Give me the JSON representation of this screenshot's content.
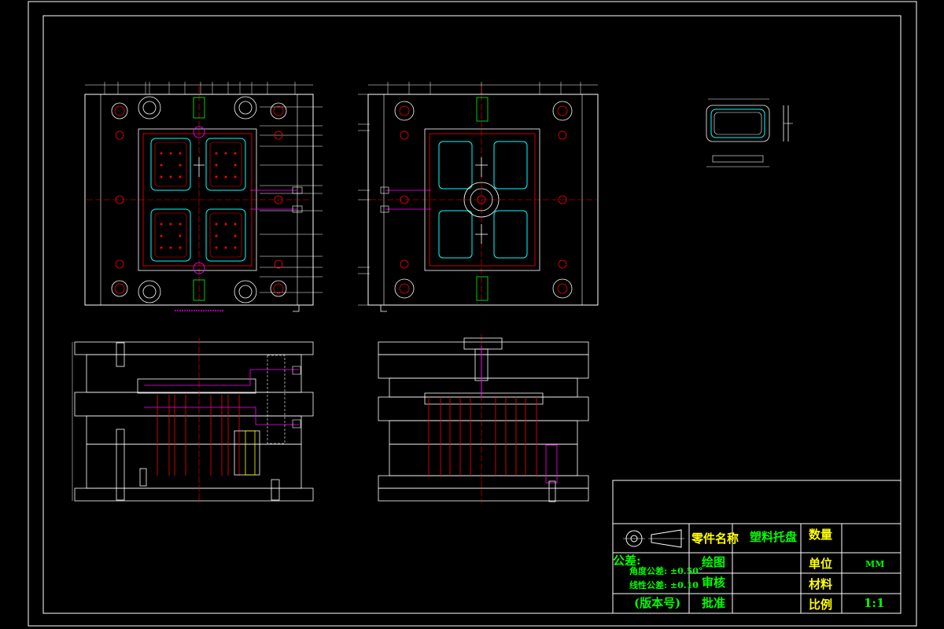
{
  "title_block": {
    "part_name_label": "零件名称",
    "part_name_value": "塑料托盘",
    "quantity_label": "数量",
    "drawn_label": "绘图",
    "unit_label": "单位",
    "unit_value": "MM",
    "review_label": "审核",
    "material_label": "材料",
    "approve_label": "批准",
    "scale_label": "比例",
    "scale_value": "1:1",
    "tolerance_label": "公差:",
    "angle_tolerance": "角度公差: ±0.50°",
    "linear_tolerance": "线性公差: ±0.10",
    "version_label": "(版本号)"
  },
  "colors": {
    "line_white": "#ffffff",
    "line_red": "#ff0000",
    "line_cyan": "#00ffff",
    "line_green": "#00ff00",
    "line_magenta": "#ff00ff",
    "line_yellow": "#ffff00"
  }
}
